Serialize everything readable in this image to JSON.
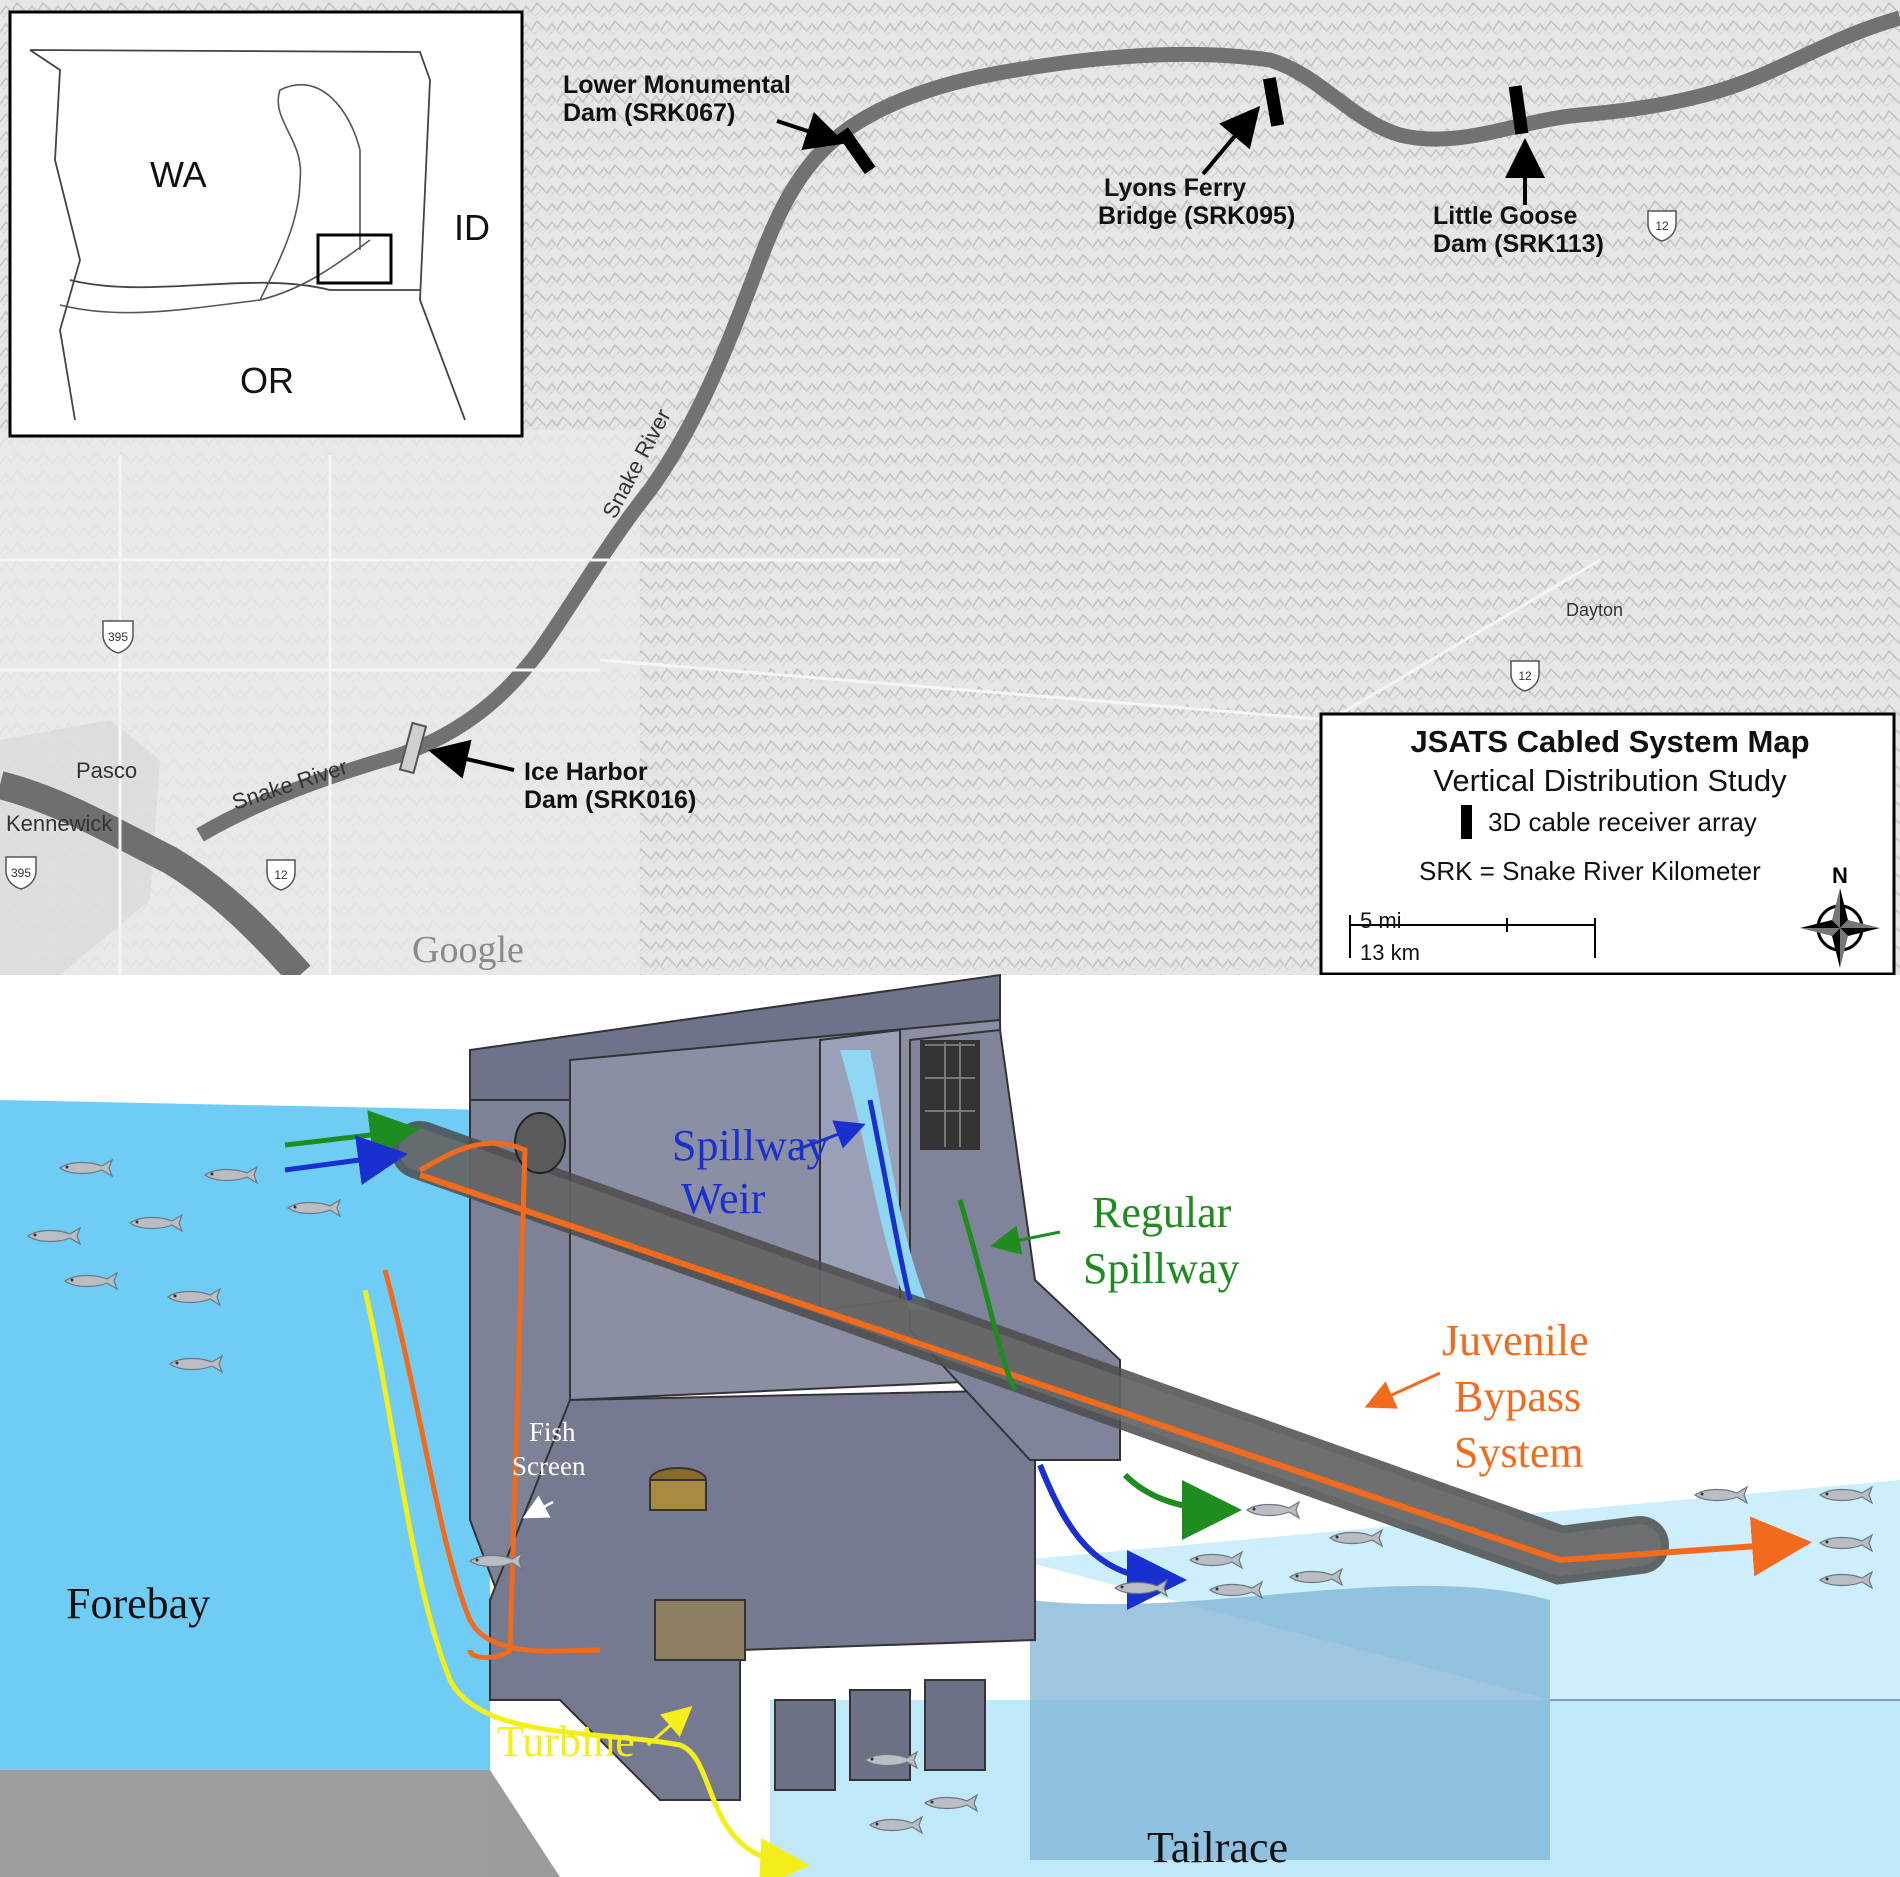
{
  "map": {
    "inset_states": [
      "WA",
      "ID",
      "OR"
    ],
    "places": [
      "Pasco",
      "Kennewick",
      "Dayton",
      "Google"
    ],
    "river_labels": [
      "Snake River",
      "Snake River"
    ],
    "highway_shields": [
      "395",
      "395",
      "12",
      "12",
      "12"
    ],
    "sites": [
      {
        "line1": "Lower Monumental",
        "line2": "Dam (SRK067)"
      },
      {
        "line1": "Lyons Ferry",
        "line2": "Bridge (SRK095)"
      },
      {
        "line1": "Little Goose",
        "line2": "Dam (SRK113)"
      },
      {
        "line1": "Ice Harbor",
        "line2": "Dam (SRK016)"
      }
    ],
    "legend": {
      "title": "JSATS Cabled System Map",
      "subtitle": "Vertical Distribution Study",
      "marker_label": "3D cable receiver array",
      "note": "SRK = Snake River Kilometer",
      "scale_mi": "5 mi",
      "scale_km": "13 km",
      "north": "N"
    }
  },
  "diagram": {
    "labels": {
      "spillway_weir_1": "Spillway",
      "spillway_weir_2": "Weir",
      "regular_spillway_1": "Regular",
      "regular_spillway_2": "Spillway",
      "bypass_1": "Juvenile",
      "bypass_2": "Bypass",
      "bypass_3": "System",
      "fish_screen_1": "Fish",
      "fish_screen_2": "Screen",
      "forebay": "Forebay",
      "turbine": "Turbine",
      "tailrace": "Tailrace"
    },
    "colors": {
      "spillway_weir": "#1a2fd0",
      "regular_spillway": "#1e8c1e",
      "bypass": "#f26a1b",
      "turbine": "#f4ef1a",
      "water": "#6fcdf5",
      "dam": "#7a7f95"
    }
  }
}
